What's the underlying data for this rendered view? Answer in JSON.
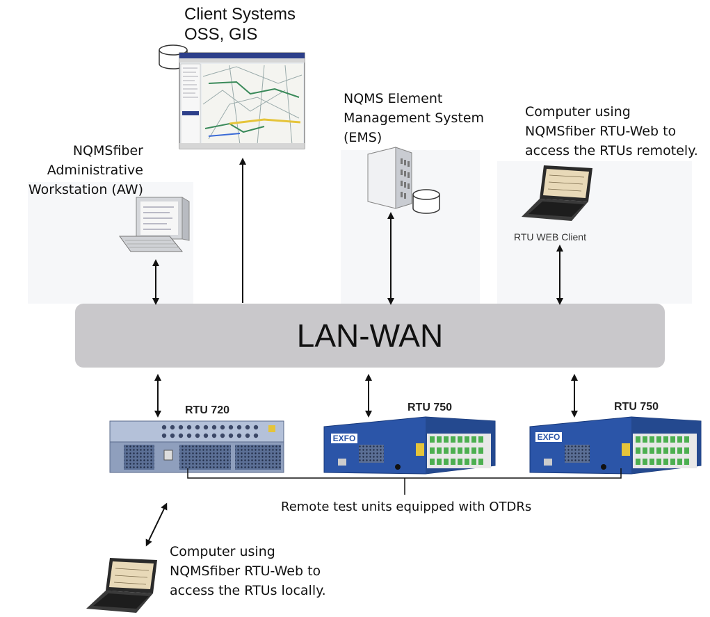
{
  "client_systems": {
    "line1": "Client Systems",
    "line2": "OSS, GIS"
  },
  "ems": {
    "line1": "NQMS Element",
    "line2": "Management System",
    "line3": "(EMS)"
  },
  "rtu_web_remote": {
    "line1": "Computer using",
    "line2": "NQMSfiber RTU-Web to",
    "line3": "access the RTUs remotely."
  },
  "aw": {
    "line1": "NQMSfiber",
    "line2": "Administrative",
    "line3": "Workstation (AW)"
  },
  "rtu_web_client_caption": "RTU WEB Client",
  "network_label": "LAN-WAN",
  "rtus": [
    {
      "label": "RTU 720"
    },
    {
      "label": "RTU 750",
      "brand": "EXFO"
    },
    {
      "label": "RTU 750",
      "brand": "EXFO"
    }
  ],
  "rtu_caption": "Remote test units equipped with OTDRs",
  "rtu_web_local": {
    "line1": "Computer using",
    "line2": "NQMSfiber RTU-Web to",
    "line3": "access the RTUs locally."
  },
  "colors": {
    "lan": "#c9c8cb",
    "rtu_blue": "#2b55a8",
    "port_green": "#4caf50"
  }
}
